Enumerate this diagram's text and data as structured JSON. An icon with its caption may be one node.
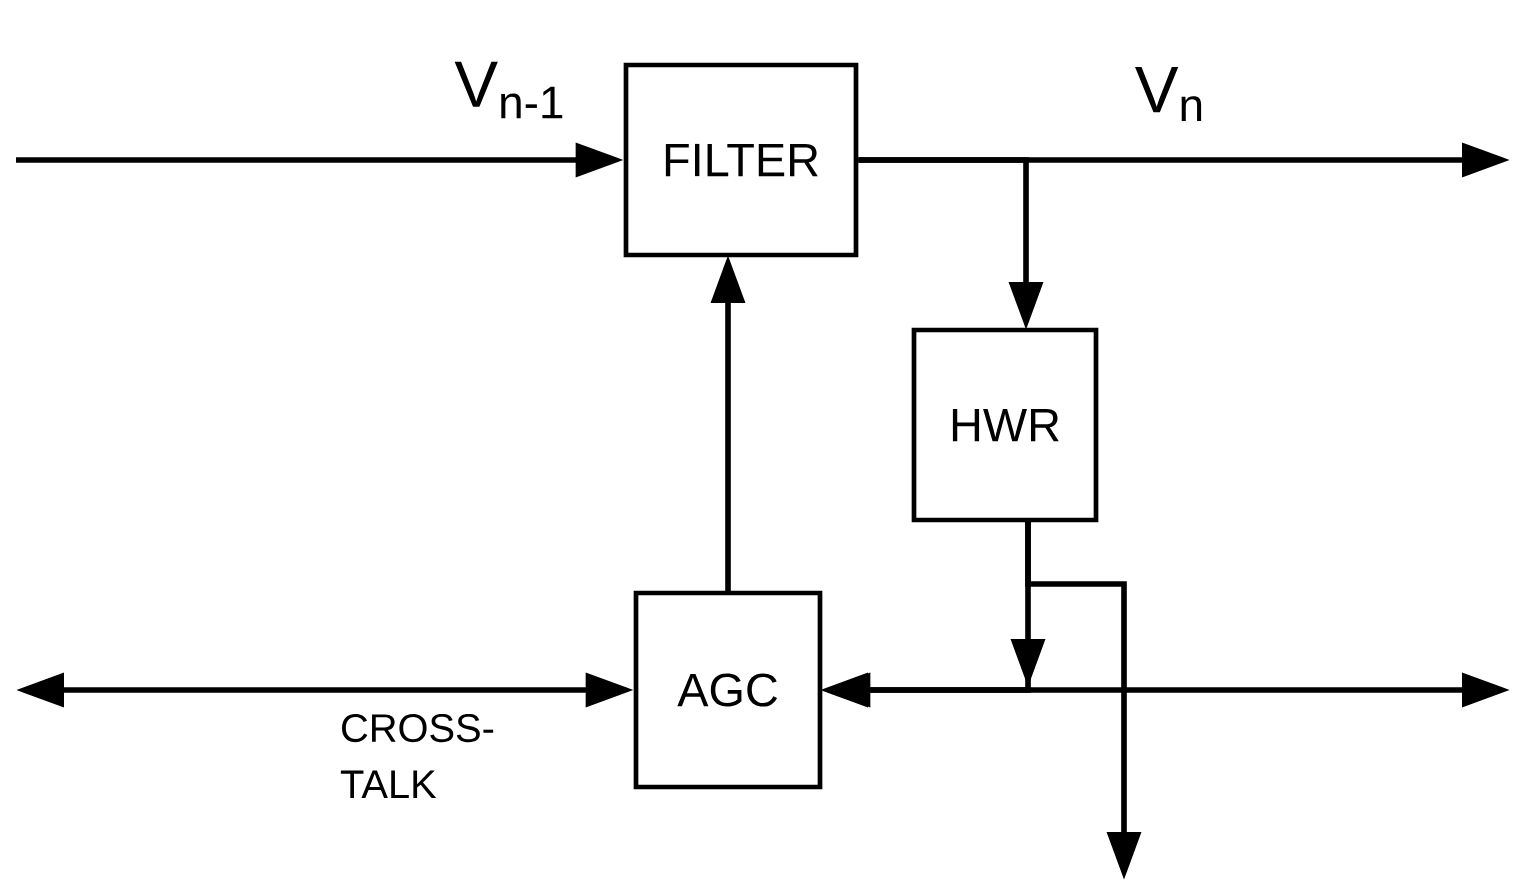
{
  "diagram": {
    "nodes": [
      {
        "text": [
          "FILTER"
        ]
      },
      {
        "text": [
          "HWR"
        ]
      },
      {
        "text": [
          "AGC"
        ]
      }
    ],
    "edges": [
      {
        "from": null,
        "to": 0,
        "arrow": "to",
        "label": "V$_{n-1}$"
      },
      {
        "from": 0,
        "to": null,
        "arrow": "to",
        "label": "V$_{n}$"
      },
      {
        "from": 0,
        "to": 1,
        "arrow": "to"
      },
      {
        "from": 2,
        "to": 0,
        "arrow": "to"
      },
      {
        "from": null,
        "to": 2,
        "arrow": "both",
        "label": "CROSS- TALK"
      },
      {
        "from": 1,
        "to": 2,
        "arrow": "to"
      },
      {
        "from": 2,
        "to": null,
        "arrow": "both"
      },
      {
        "from": 1,
        "to": null,
        "arrow": "to"
      }
    ]
  }
}
